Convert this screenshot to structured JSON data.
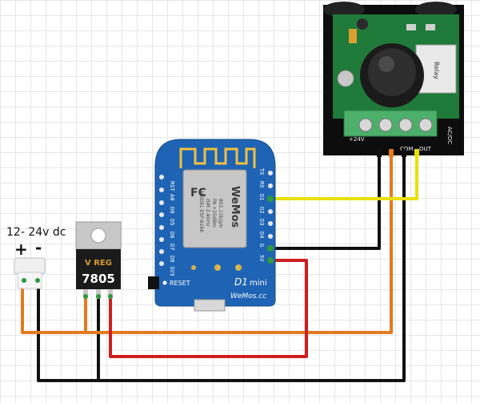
{
  "power_input": {
    "voltage_label": "12- 24v dc",
    "plus_sign": "+",
    "minus_sign": "-"
  },
  "regulator": {
    "brand": "V REG",
    "model": "7805"
  },
  "board": {
    "name": "D1",
    "suffix": "mini",
    "brand": "WeMos.cc",
    "reset_label": "RESET",
    "module_model": "MODEL ESP-8266",
    "module_freq": "ISM 2.4GHz",
    "module_power": "PA +25dBm",
    "module_std": "802.11b/g/n",
    "module_logo": "WeMos",
    "fcc_mark": "FC",
    "left_pins": [
      "RST",
      "A0",
      "D0",
      "D5",
      "D6",
      "D7",
      "D8",
      "3V3"
    ],
    "right_pins": [
      "TX",
      "RX",
      "D1",
      "D2",
      "D3",
      "D4",
      "G",
      "5V"
    ]
  },
  "pir_sensor": {
    "terminal_left_label": "+24V",
    "terminal_mid_label": "COM",
    "terminal_right_label": "OUT",
    "terminal_side_label": "AC/DC",
    "relay_text": "Relay"
  },
  "colors": {
    "wire_black": "#111111",
    "wire_red": "#cc1f1f",
    "wire_orange": "#e27a1f",
    "wire_yellow": "#e8e000",
    "board_blue": "#1f64b4",
    "pcb_green": "#1f7a3a",
    "terminal_green": "#4caf6a"
  }
}
